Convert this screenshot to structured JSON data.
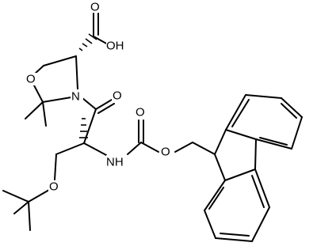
{
  "molecule": {
    "atom_labels": {
      "carboxyl_oh": "OH",
      "carboxyl_o": "O",
      "ring_o": "O",
      "ring_n": "N",
      "amide_o": "O",
      "nh": "NH",
      "ether_o": "O",
      "carbamate_o_top": "O",
      "carbamate_o_ester": "O"
    }
  },
  "colors": {
    "ink": "#000000",
    "background": "#ffffff"
  }
}
